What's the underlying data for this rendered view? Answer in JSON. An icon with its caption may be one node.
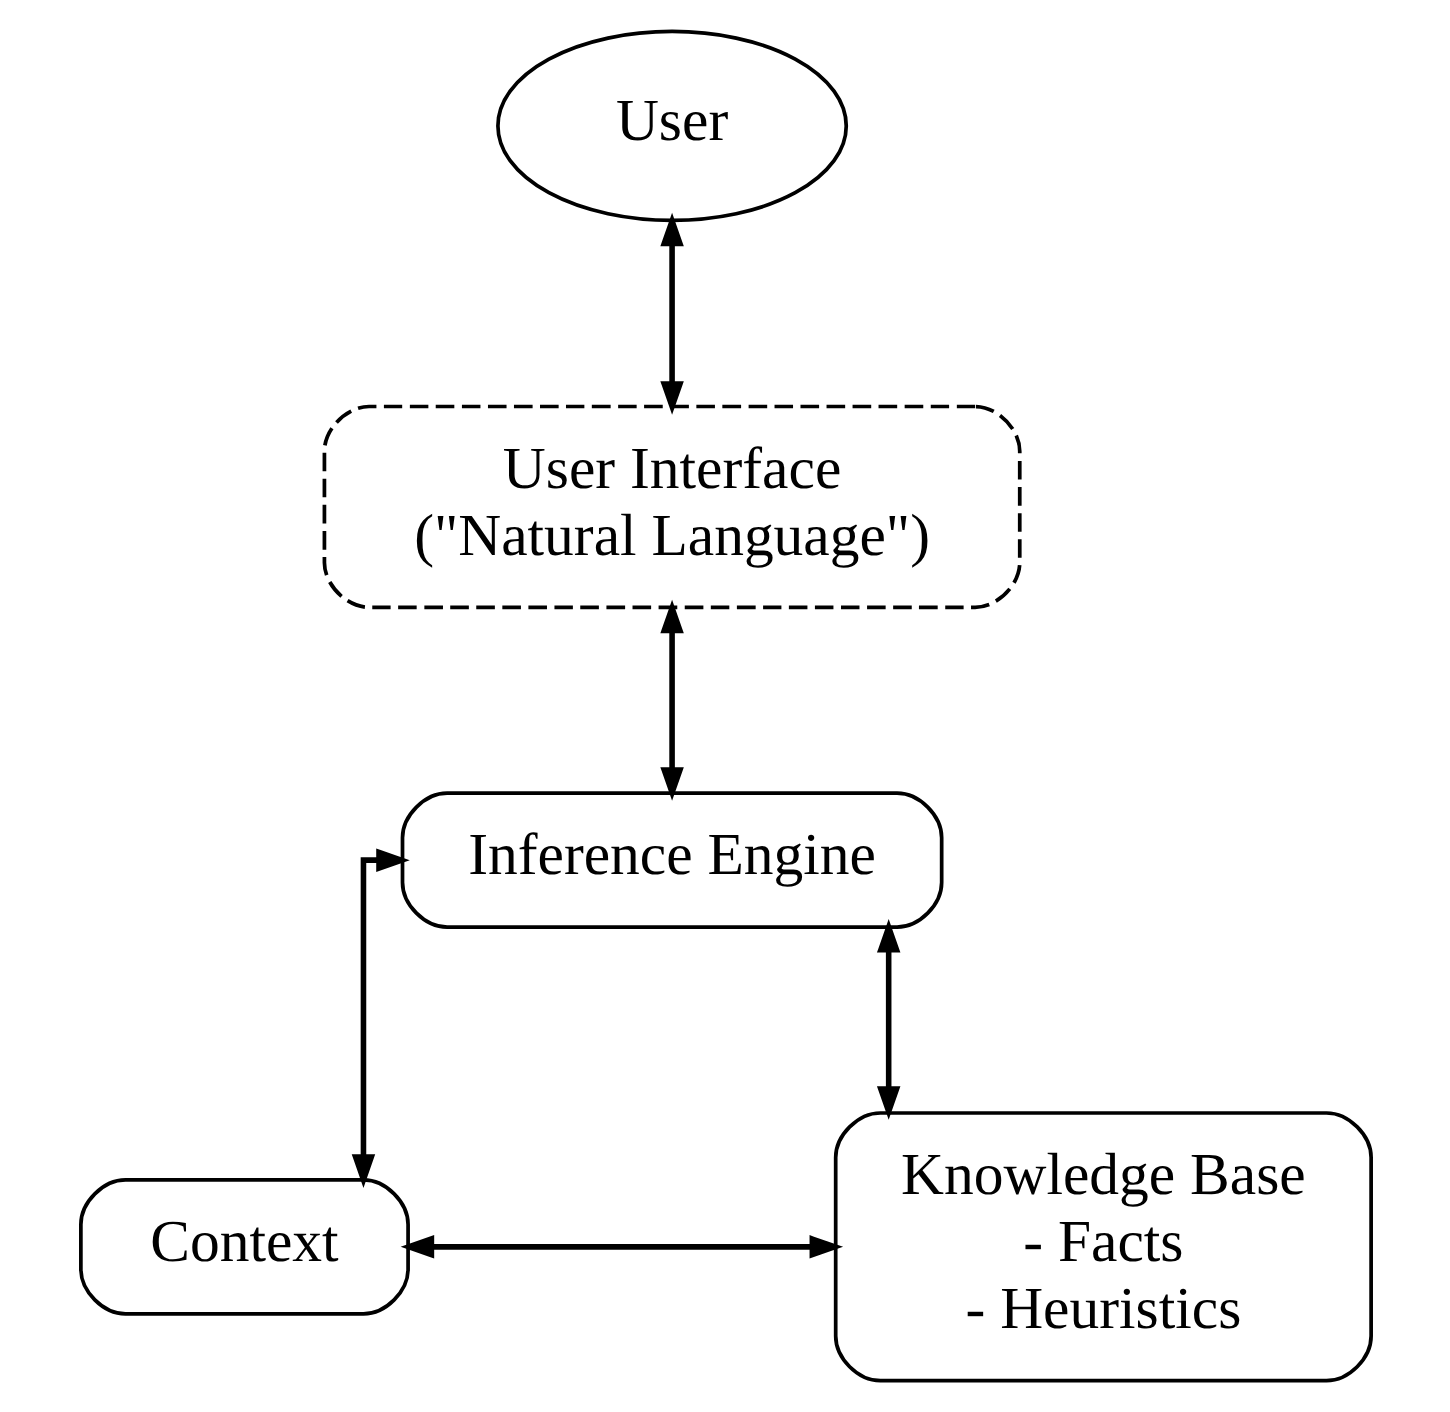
{
  "diagram": {
    "nodes": [
      {
        "text": [
          "User"
        ]
      },
      {
        "text": [
          "User Interface",
          "(\"Natural Language\")"
        ]
      },
      {
        "text": [
          "Inference Engine"
        ]
      },
      {
        "text": [
          "Context"
        ]
      },
      {
        "text": [
          "Knowledge Base",
          "- Facts",
          "- Heuristics"
        ]
      }
    ],
    "edges": [
      {
        "from": 0,
        "to": 1,
        "arrow": "both"
      },
      {
        "from": 1,
        "to": 2,
        "arrow": "both"
      },
      {
        "from": 2,
        "to": 3,
        "arrow": "both"
      },
      {
        "from": 2,
        "to": 4,
        "arrow": "both"
      },
      {
        "from": 3,
        "to": 4,
        "arrow": "both"
      }
    ]
  }
}
